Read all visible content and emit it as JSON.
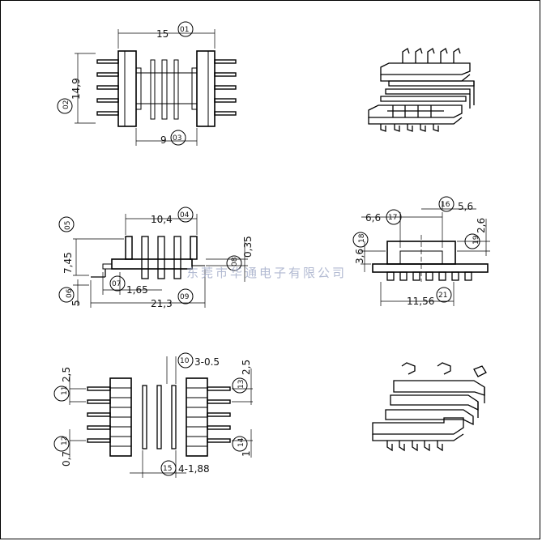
{
  "views": {
    "top": {
      "dims": {
        "overall_length": "15",
        "height": "14,9",
        "flange_gap": "9"
      },
      "callouts": [
        "01",
        "02",
        "03"
      ]
    },
    "side": {
      "dims": {
        "flange_span": "10,4",
        "pin_depth": "7,45",
        "thickness": "0,35",
        "lead": "1,65",
        "overall": "21,3",
        "base": "5"
      },
      "callouts": [
        "04",
        "05",
        "06",
        "07",
        "08",
        "09"
      ]
    },
    "end": {
      "dims": {
        "top_width": "6,6",
        "step": "5,6",
        "top_height": "2,6",
        "side_height": "3,6",
        "base_width": "11,56"
      },
      "callouts": [
        "16",
        "17",
        "18",
        "19",
        "21"
      ]
    },
    "bottom": {
      "dims": {
        "pin_pitch_top": "2,5",
        "slot": "3-0.5",
        "pin_pitch_right": "2,5",
        "pin_width": "0,7",
        "right_bottom": "1",
        "center_spacing": "4-1,88"
      },
      "callouts": [
        "10",
        "11",
        "12",
        "13",
        "14",
        "15"
      ]
    }
  },
  "watermark": "东莞市华通电子有限公司"
}
